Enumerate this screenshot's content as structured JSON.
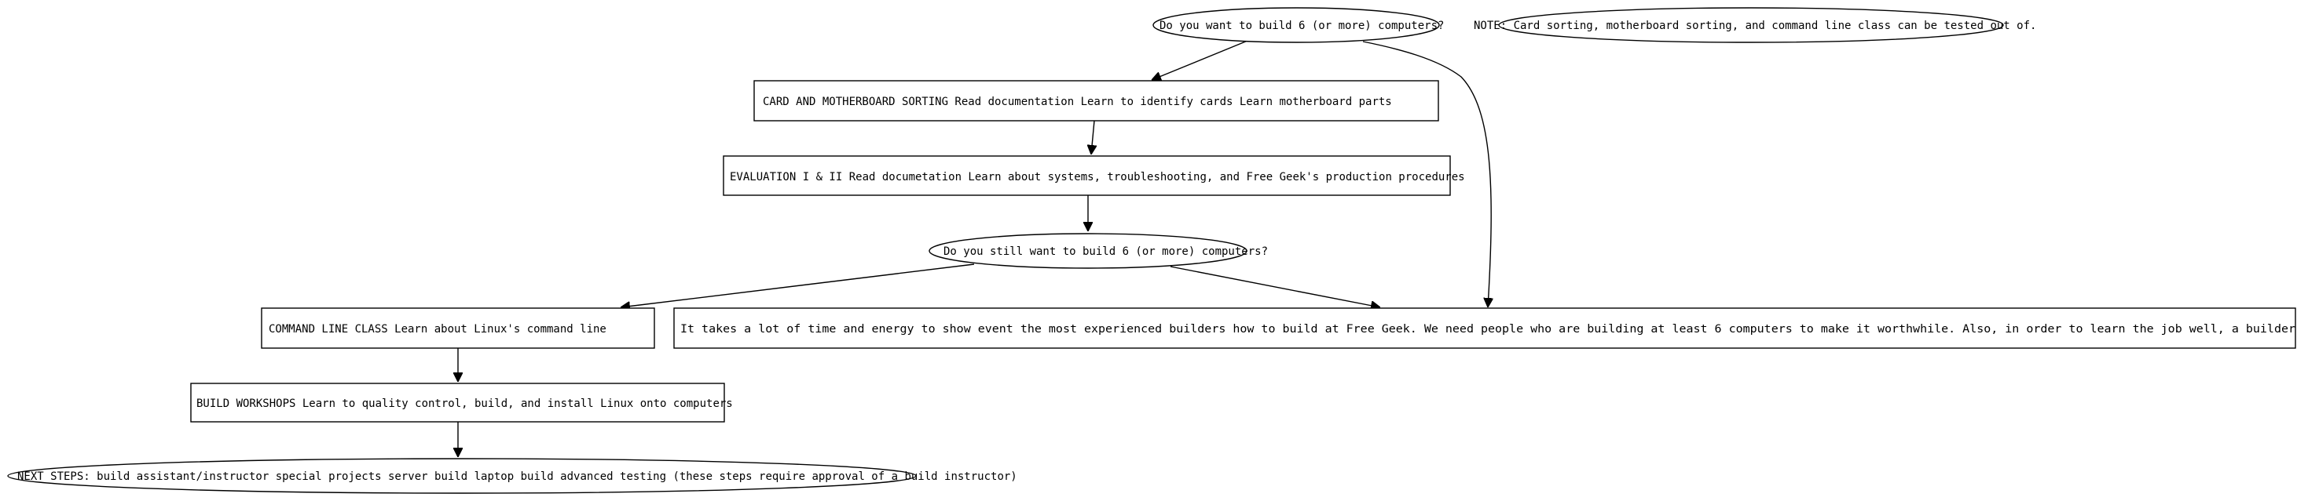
{
  "diagram": {
    "type": "flowchart",
    "nodes": {
      "q_build": {
        "shape": "ellipse",
        "label": "Do you want to build 6 (or more) computers?"
      },
      "note": {
        "shape": "ellipse",
        "label": "NOTE: Card sorting, motherboard sorting, and command line class can be tested out of."
      },
      "card_sorting": {
        "shape": "box",
        "label": "CARD AND MOTHERBOARD SORTING Read documentation Learn to identify cards Learn motherboard parts"
      },
      "evaluation": {
        "shape": "box",
        "label": "EVALUATION I & II Read documetation Learn about systems, troubleshooting, and Free Geek's production procedures"
      },
      "q_still_build": {
        "shape": "ellipse",
        "label": "Do you still want to build 6 (or more) computers?"
      },
      "command_line": {
        "shape": "box",
        "label": "COMMAND LINE CLASS Learn about Linux's command line"
      },
      "explanation": {
        "shape": "box",
        "label": "It takes a lot of time and energy to show event the most experienced builders how to build at Free Geek.  We need people who are building at least 6 computers to make it worthwhile.  Also, in order to learn the job well, a builder"
      },
      "build_workshops": {
        "shape": "box",
        "label": "BUILD WORKSHOPS Learn to quality control, build, and install Linux onto computers"
      },
      "next_steps": {
        "shape": "ellipse",
        "label": "NEXT STEPS: build assistant/instructor special projects server build laptop build advanced testing (these steps require approval of a build instructor)"
      }
    },
    "edges": [
      {
        "from": "q_build",
        "to": "card_sorting"
      },
      {
        "from": "q_build",
        "to": "explanation"
      },
      {
        "from": "card_sorting",
        "to": "evaluation"
      },
      {
        "from": "evaluation",
        "to": "q_still_build"
      },
      {
        "from": "q_still_build",
        "to": "command_line"
      },
      {
        "from": "q_still_build",
        "to": "explanation"
      },
      {
        "from": "command_line",
        "to": "build_workshops"
      },
      {
        "from": "build_workshops",
        "to": "next_steps"
      }
    ]
  }
}
